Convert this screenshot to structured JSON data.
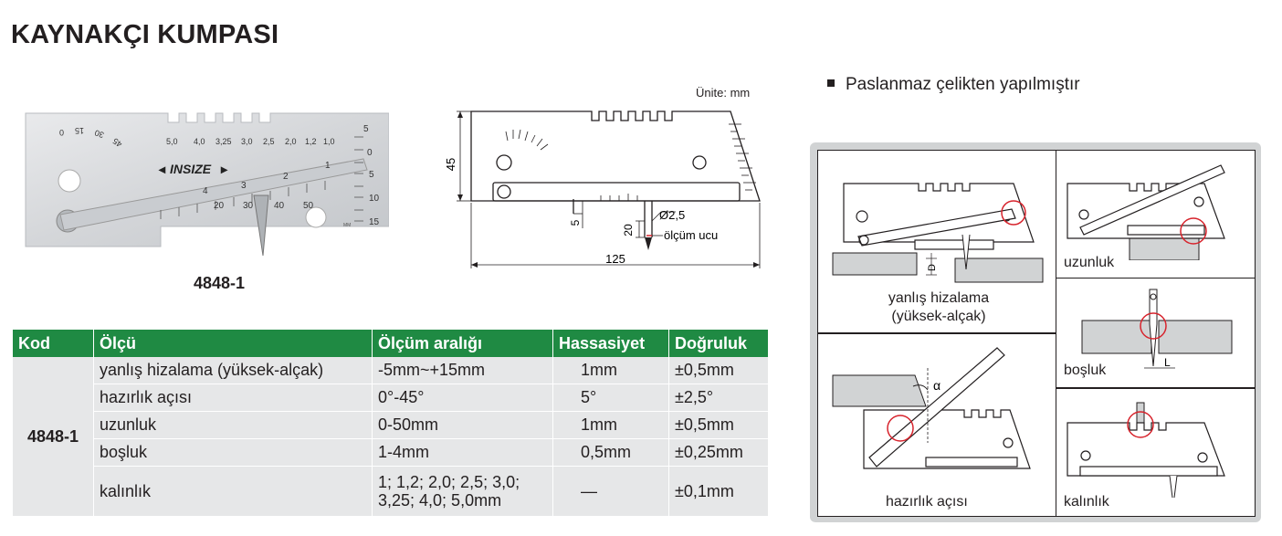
{
  "title": "KAYNAKÇI KUMPASI",
  "photo": {
    "brand": "INSIZE",
    "angle_ticks": [
      "0",
      "15",
      "30",
      "45"
    ],
    "thickness_scale": [
      "5,0",
      "4,0",
      "3,25",
      "3,0",
      "2,5",
      "2,0",
      "1,2",
      "1,0"
    ],
    "side_scale": [
      "5",
      "0",
      "5",
      "10",
      "15"
    ],
    "ruler_numbers": [
      "1",
      "2",
      "3",
      "4",
      "20",
      "30",
      "40",
      "50"
    ],
    "mm_mark": "MM"
  },
  "model_caption": "4848-1",
  "drawing": {
    "unit_note": "Ünite: mm",
    "dim_height": "45",
    "dim_5": "5",
    "dim_20": "20",
    "dim_hole": "Ø2,5",
    "tip_label": "ölçüm ucu",
    "dim_length": "125"
  },
  "feature": "Paslanmaz çelikten yapılmıştır",
  "table": {
    "headers": [
      "Kod",
      "Ölçü",
      "Ölçüm aralığı",
      "Hassasiyet",
      "Doğruluk"
    ],
    "code": "4848-1",
    "rows": [
      [
        "yanlış hizalama (yüksek-alçak)",
        "-5mm~+15mm",
        "1mm",
        "±0,5mm"
      ],
      [
        "hazırlık açısı",
        "0°-45°",
        "5°",
        "±2,5°"
      ],
      [
        "uzunluk",
        "0-50mm",
        "1mm",
        "±0,5mm"
      ],
      [
        "boşluk",
        "1-4mm",
        "0,5mm",
        "±0,25mm"
      ],
      [
        "kalınlık",
        "1; 1,2; 2,0; 2,5; 3,0; 3,25; 4,0; 5,0mm",
        "—",
        "±0,1mm"
      ]
    ]
  },
  "diagrams": {
    "misalignment": "yanlış hizalama\n(yüksek-alçak)",
    "misalignment_line1": "yanlış hizalama",
    "misalignment_line2": "(yüksek-alçak)",
    "d_label": "D",
    "length": "uzunluk",
    "gap": "boşluk",
    "l_label": "L",
    "bevel": "hazırlık açısı",
    "alpha": "α",
    "thickness": "kalınlık"
  }
}
